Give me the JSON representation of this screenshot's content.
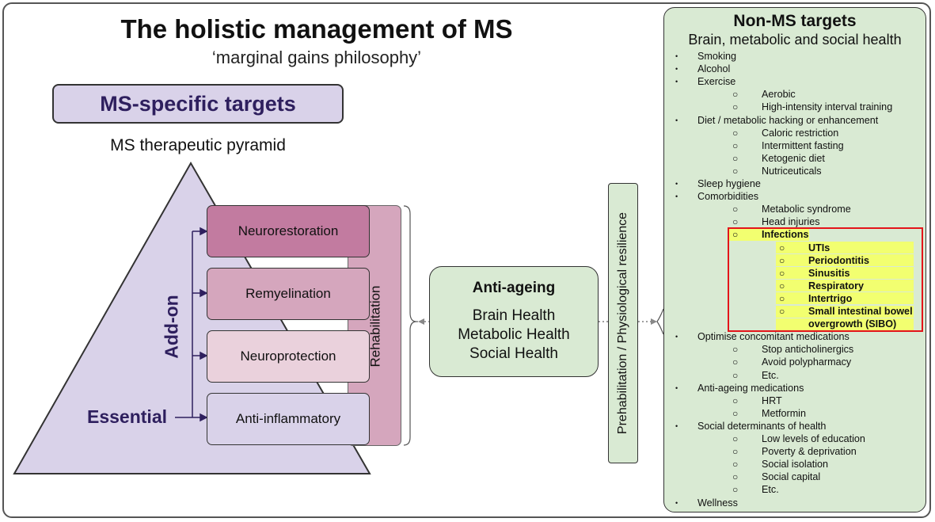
{
  "title": "The holistic management of MS",
  "subtitle": "‘marginal gains philosophy’",
  "ms_specific": {
    "heading": "MS-specific targets",
    "pyramid_label": "MS therapeutic pyramid",
    "levels": [
      "Neurorestoration",
      "Remyelination",
      "Neuroprotection",
      "Anti-inflammatory"
    ],
    "rehabilitation": "Rehabilitation",
    "add_on": "Add-on",
    "essential": "Essential"
  },
  "anti_ageing": {
    "title": "Anti-ageing",
    "items": [
      "Brain Health",
      "Metabolic Health",
      "Social Health"
    ]
  },
  "prehab": "Prehabilitation / Physiological resilience",
  "non_ms": {
    "title": "Non-MS targets",
    "subtitle": "Brain, metabolic and social health",
    "list": [
      {
        "text": "Smoking",
        "level": 1
      },
      {
        "text": "Alcohol",
        "level": 1
      },
      {
        "text": "Exercise",
        "level": 1
      },
      {
        "text": "Aerobic",
        "level": 2
      },
      {
        "text": "High-intensity interval training",
        "level": 2
      },
      {
        "text": "Diet / metabolic hacking or enhancement",
        "level": 1
      },
      {
        "text": "Caloric restriction",
        "level": 2
      },
      {
        "text": "Intermittent fasting",
        "level": 2
      },
      {
        "text": "Ketogenic diet",
        "level": 2
      },
      {
        "text": "Nutriceuticals",
        "level": 2
      },
      {
        "text": "Sleep hygiene",
        "level": 1
      },
      {
        "text": "Comorbidities",
        "level": 1
      },
      {
        "text": "Metabolic syndrome",
        "level": 2
      },
      {
        "text": "Head injuries",
        "level": 2
      },
      {
        "text": "Infections",
        "level": 2,
        "highlight": true
      },
      {
        "text": "UTIs",
        "level": 3,
        "highlight": true
      },
      {
        "text": "Periodontitis",
        "level": 3,
        "highlight": true
      },
      {
        "text": "Sinusitis",
        "level": 3,
        "highlight": true
      },
      {
        "text": "Respiratory",
        "level": 3,
        "highlight": true
      },
      {
        "text": "Intertrigo",
        "level": 3,
        "highlight": true
      },
      {
        "text": "Small intestinal bowel",
        "level": 3,
        "highlight": true
      },
      {
        "text": "overgrowth (SIBO)",
        "level": 3,
        "highlight": true,
        "continuation": true
      },
      {
        "text": "Optimise concomitant medications",
        "level": 1
      },
      {
        "text": "Stop anticholinergics",
        "level": 2
      },
      {
        "text": "Avoid polypharmacy",
        "level": 2
      },
      {
        "text": "Etc.",
        "level": 2
      },
      {
        "text": "Anti-ageing medications",
        "level": 1
      },
      {
        "text": "HRT",
        "level": 2
      },
      {
        "text": "Metformin",
        "level": 2
      },
      {
        "text": "Social determinants of health",
        "level": 1
      },
      {
        "text": "Low levels of education",
        "level": 2
      },
      {
        "text": "Poverty & deprivation",
        "level": 2
      },
      {
        "text": "Social isolation",
        "level": 2
      },
      {
        "text": "Social capital",
        "level": 2
      },
      {
        "text": "Etc.",
        "level": 2
      },
      {
        "text": "Wellness",
        "level": 1
      }
    ]
  },
  "colors": {
    "pyramid": "#d9d2e9",
    "neurorestoration": "#c27ba0",
    "remyelination": "#d5a6bd",
    "neuroprotection": "#ead1dc",
    "anti_inflammatory": "#d9d2e9",
    "rehabilitation": "#d5a6bd",
    "green_panel": "#d9ead3",
    "highlight": "#f2ff70",
    "highlight_border": "#e3141a",
    "arrow": "#ff0000",
    "heading_text": "#2e1f5e"
  }
}
